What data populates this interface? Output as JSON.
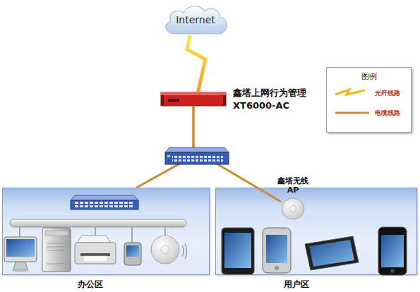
{
  "diagram": {
    "nodes": [
      {
        "text": [
          "Internet"
        ]
      },
      {
        "text": [
          "鑫塔上网行为管理 XT6000-AC"
        ]
      },
      {
        "text": [
          "办公区"
        ]
      },
      {
        "text": [
          "用户区"
        ]
      },
      {
        "text": [
          "鑫塔无线 AP"
        ],
        "in": 3
      }
    ],
    "edges": [
      {
        "from": 0,
        "to": 1,
        "arrow": "none"
      },
      {
        "from": 1,
        "to": 2,
        "arrow": "none"
      },
      {
        "from": 1,
        "to": 4,
        "arrow": "none"
      }
    ],
    "labels": [
      "图例"
    ],
    "legend": [
      {
        "text": "光纤线路"
      },
      {
        "text": "电缆线路"
      }
    ]
  }
}
